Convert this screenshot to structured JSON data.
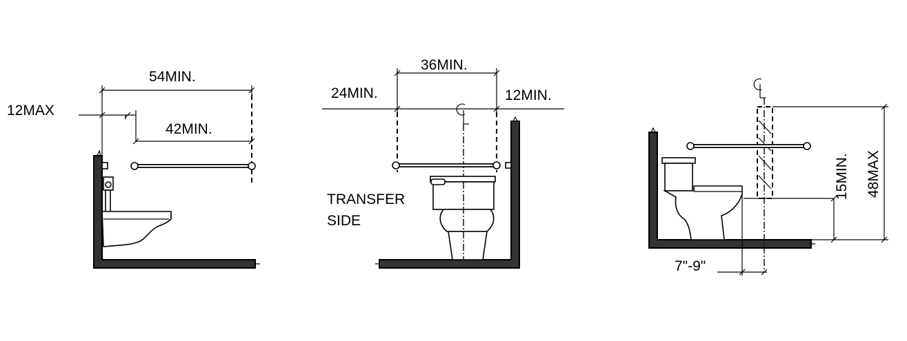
{
  "views": {
    "urinal": {
      "dim_54min": "54MIN.",
      "dim_12max": "12MAX",
      "dim_42min": "42MIN."
    },
    "rear": {
      "dim_36min": "36MIN.",
      "dim_24min": "24MIN.",
      "dim_12min": "12MIN.",
      "transfer_line1": "TRANSFER",
      "transfer_line2": "SIDE"
    },
    "side": {
      "dim_15min": "15MIN.",
      "dim_48max": "48MAX",
      "dim_7_9": "7\"-9\""
    }
  }
}
